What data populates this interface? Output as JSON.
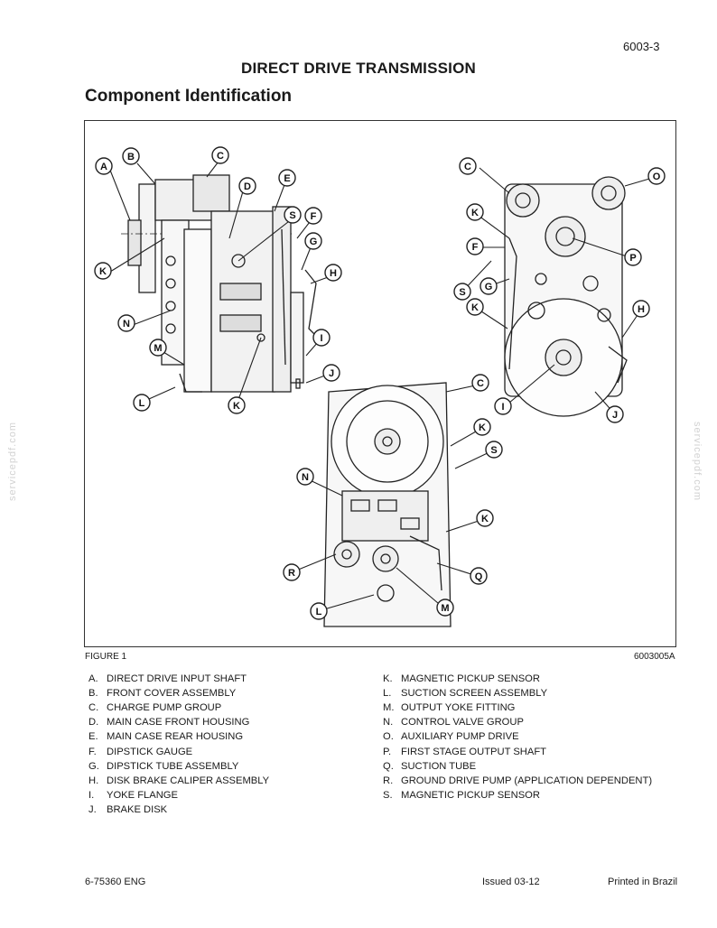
{
  "header": {
    "page_number": "6003-3",
    "title": "DIRECT DRIVE TRANSMISSION",
    "section": "Component Identification"
  },
  "figure": {
    "label": "FIGURE 1",
    "code": "6003005A"
  },
  "legend_left": [
    {
      "key": "A.",
      "text": "DIRECT DRIVE INPUT SHAFT"
    },
    {
      "key": "B.",
      "text": "FRONT COVER ASSEMBLY"
    },
    {
      "key": "C.",
      "text": "CHARGE PUMP GROUP"
    },
    {
      "key": "D.",
      "text": "MAIN CASE FRONT HOUSING"
    },
    {
      "key": "E.",
      "text": "MAIN CASE REAR HOUSING"
    },
    {
      "key": "F.",
      "text": "DIPSTICK GAUGE"
    },
    {
      "key": "G.",
      "text": "DIPSTICK TUBE ASSEMBLY"
    },
    {
      "key": "H.",
      "text": "DISK BRAKE CALIPER ASSEMBLY"
    },
    {
      "key": "I.",
      "text": "YOKE FLANGE"
    },
    {
      "key": "J.",
      "text": "BRAKE DISK"
    }
  ],
  "legend_right": [
    {
      "key": "K.",
      "text": "MAGNETIC PICKUP SENSOR"
    },
    {
      "key": "L.",
      "text": "SUCTION SCREEN ASSEMBLY"
    },
    {
      "key": "M.",
      "text": "OUTPUT YOKE FITTING"
    },
    {
      "key": "N.",
      "text": "CONTROL VALVE GROUP"
    },
    {
      "key": "O.",
      "text": "AUXILIARY PUMP DRIVE"
    },
    {
      "key": "P.",
      "text": "FIRST STAGE OUTPUT SHAFT"
    },
    {
      "key": "Q.",
      "text": "SUCTION TUBE"
    },
    {
      "key": "R.",
      "text": "GROUND DRIVE PUMP (APPLICATION DEPENDENT)"
    },
    {
      "key": "S.",
      "text": "MAGNETIC PICKUP SENSOR"
    }
  ],
  "callouts": [
    {
      "letter": "A"
    },
    {
      "letter": "B"
    },
    {
      "letter": "C"
    },
    {
      "letter": "D"
    },
    {
      "letter": "E"
    },
    {
      "letter": "S"
    },
    {
      "letter": "F"
    },
    {
      "letter": "G"
    },
    {
      "letter": "K"
    },
    {
      "letter": "H"
    },
    {
      "letter": "N"
    },
    {
      "letter": "M"
    },
    {
      "letter": "I"
    },
    {
      "letter": "J"
    },
    {
      "letter": "L"
    },
    {
      "letter": "K"
    },
    {
      "letter": "C"
    },
    {
      "letter": "O"
    },
    {
      "letter": "K"
    },
    {
      "letter": "F"
    },
    {
      "letter": "P"
    },
    {
      "letter": "S"
    },
    {
      "letter": "G"
    },
    {
      "letter": "K"
    },
    {
      "letter": "H"
    },
    {
      "letter": "I"
    },
    {
      "letter": "J"
    },
    {
      "letter": "C"
    },
    {
      "letter": "K"
    },
    {
      "letter": "S"
    },
    {
      "letter": "N"
    },
    {
      "letter": "K"
    },
    {
      "letter": "R"
    },
    {
      "letter": "Q"
    },
    {
      "letter": "L"
    },
    {
      "letter": "M"
    }
  ],
  "footer": {
    "doc_number": "6-75360 ENG",
    "issued": "Issued 03-12",
    "printed": "Printed in Brazil"
  },
  "watermark": "servicepdf.com"
}
